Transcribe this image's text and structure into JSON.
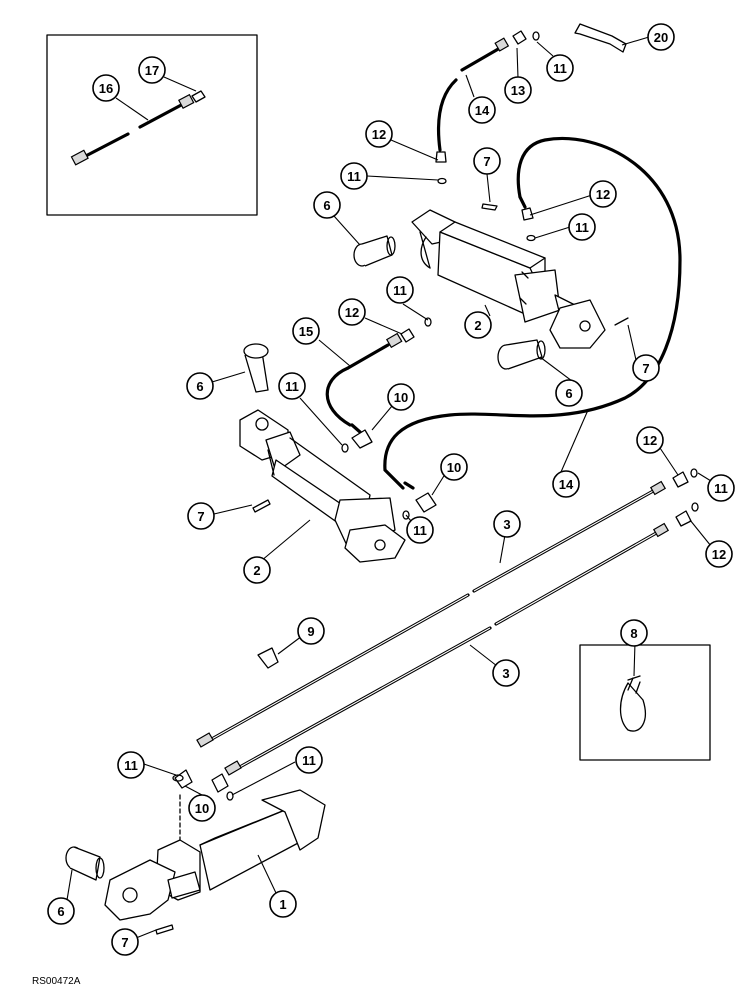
{
  "diagram": {
    "ref_code": "RS00472A",
    "callouts": [
      {
        "id": "c16",
        "label": "16"
      },
      {
        "id": "c17",
        "label": "17"
      },
      {
        "id": "c14a",
        "label": "14"
      },
      {
        "id": "c13",
        "label": "13"
      },
      {
        "id": "c11a",
        "label": "11"
      },
      {
        "id": "c20",
        "label": "20"
      },
      {
        "id": "c12a",
        "label": "12"
      },
      {
        "id": "c11b",
        "label": "11"
      },
      {
        "id": "c7a",
        "label": "7"
      },
      {
        "id": "c12b",
        "label": "12"
      },
      {
        "id": "c11c",
        "label": "11"
      },
      {
        "id": "c6a",
        "label": "6"
      },
      {
        "id": "c11d",
        "label": "11"
      },
      {
        "id": "c12c",
        "label": "12"
      },
      {
        "id": "c15",
        "label": "15"
      },
      {
        "id": "c2a",
        "label": "2"
      },
      {
        "id": "c7b",
        "label": "7"
      },
      {
        "id": "c6b",
        "label": "6"
      },
      {
        "id": "c6c",
        "label": "6"
      },
      {
        "id": "c11e",
        "label": "11"
      },
      {
        "id": "c10a",
        "label": "10"
      },
      {
        "id": "c14b",
        "label": "14"
      },
      {
        "id": "c12d",
        "label": "12"
      },
      {
        "id": "c11f",
        "label": "11"
      },
      {
        "id": "c10b",
        "label": "10"
      },
      {
        "id": "c7c",
        "label": "7"
      },
      {
        "id": "c11g",
        "label": "11"
      },
      {
        "id": "c12e",
        "label": "12"
      },
      {
        "id": "c3a",
        "label": "3"
      },
      {
        "id": "c2b",
        "label": "2"
      },
      {
        "id": "c9",
        "label": "9"
      },
      {
        "id": "c8",
        "label": "8"
      },
      {
        "id": "c3b",
        "label": "3"
      },
      {
        "id": "c11h",
        "label": "11"
      },
      {
        "id": "c11i",
        "label": "11"
      },
      {
        "id": "c10c",
        "label": "10"
      },
      {
        "id": "c1",
        "label": "1"
      },
      {
        "id": "c6d",
        "label": "6"
      },
      {
        "id": "c7d",
        "label": "7"
      }
    ]
  }
}
